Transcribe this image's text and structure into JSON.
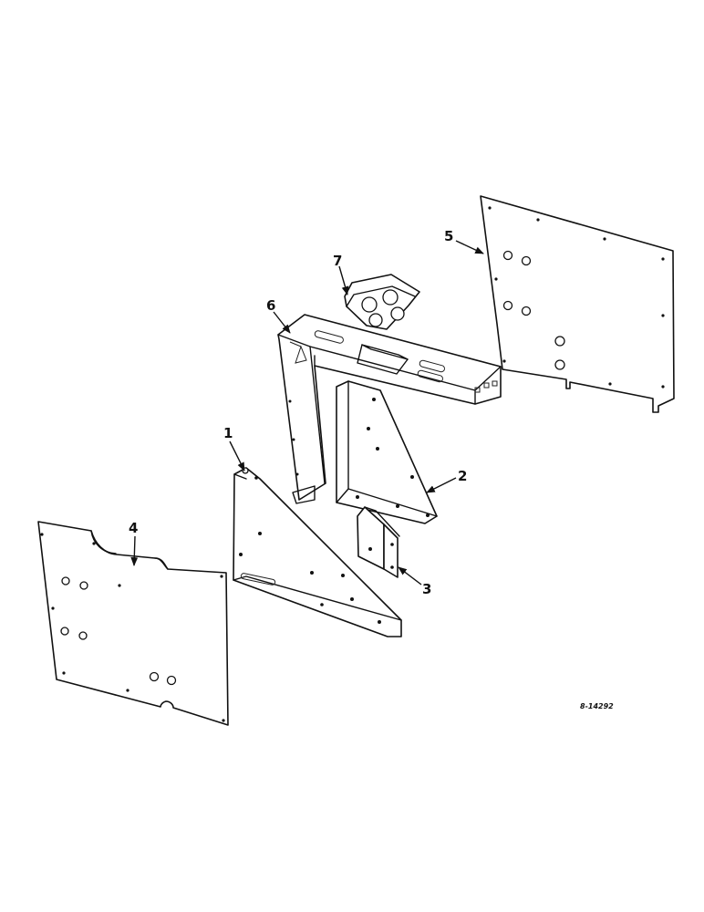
{
  "callouts": {
    "part1": "1",
    "part2": "2",
    "part3": "3",
    "part4": "4",
    "part5": "5",
    "part6": "6",
    "part7": "7"
  },
  "drawing_number": "8-14292"
}
